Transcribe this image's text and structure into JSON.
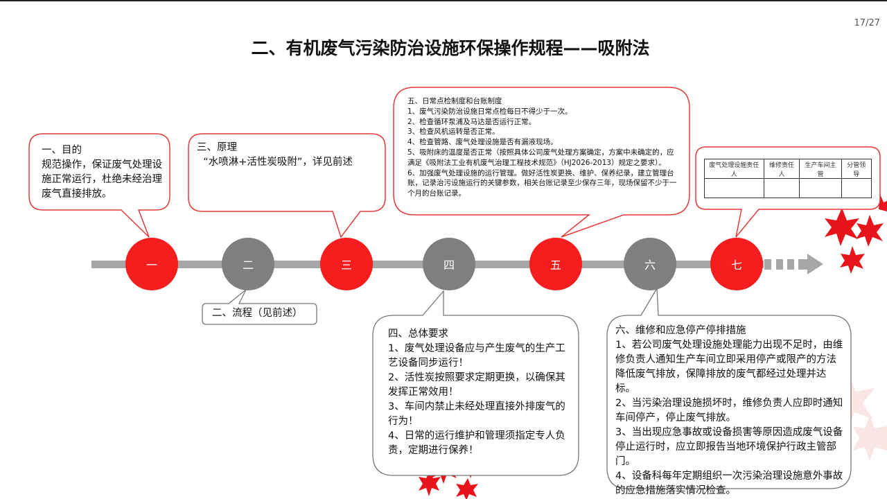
{
  "page_number": "17/27",
  "title": "二、有机废气污染防治设施环保操作规程——吸附法",
  "steps": [
    {
      "label": "一",
      "color": "#f51d1d"
    },
    {
      "label": "二",
      "color": "#7f7f7f"
    },
    {
      "label": "三",
      "color": "#f51d1d"
    },
    {
      "label": "四",
      "color": "#7f7f7f"
    },
    {
      "label": "五",
      "color": "#f51d1d"
    },
    {
      "label": "六",
      "color": "#7f7f7f"
    },
    {
      "label": "七",
      "color": "#f51d1d"
    }
  ],
  "callouts": {
    "purpose": "一、目的\n规范操作，保证废气处理设施正常运行，杜绝未经治理废气直接排放。",
    "principle": "三、原理\n  “水喷淋+活性炭吸附”，详见前述",
    "process": "二、流程（见前述）",
    "inspection": "五、日常点检制度和台账制度\n1、废气污染防治设施日常点检每日不得少于一次。\n2、检查循环泵浦及马达是否运行正常。\n3、检查风机运转是否正常。\n4、检查管路、废气处理设施是否有漏液现场。\n5、吸附床的温度是否正常（按照具体公司废气处理方案确定，方案中未确定的，应满足《吸附法工业有机废气治理工程技术规范》（HJ2026-2013）规定之要求）。\n6、加强废气处理设施的运行管理。做好活性炭更换、维护、保养纪录，建立管理台账，记录治污设施运行的关键参数，相关台账记录至少保存三年，现场保留不少于一个月的台账记录。",
    "general": "四、总体要求\n1、废气处理设备应与产生废气的生产工艺设备同步运行！\n2、活性炭按照要求定期更换，以确保其发挥正常效用！\n3、车间内禁止未经处理直接外排废气的行为！\n4、日常的运行维护和管理须指定专人负责，定期进行保养！",
    "maintenance": "六、维修和应急停产停排措施\n1、若公司废气处理设施处理能力出现不足时，由维修负责人通知生产车间立即采用停产或限产的方法降低废气排放，保障排放的废气都经过处理并达标。\n2、当污染治理设施损坏时，维修负责人应即时通知车间停产，停止废气排放。\n3、当出现应急事故或设备损害等原因造成废气设备停止运行时，应立即报告当地环境保护行政主管部门。\n4、设备科每年定期组织一次污染治理设施意外事故的应急措施落实情况检查。"
  },
  "responsibility_table": {
    "headers": [
      "废气处理设施责任人",
      "维修责任人",
      "生产车间主管",
      "分管领导"
    ]
  }
}
